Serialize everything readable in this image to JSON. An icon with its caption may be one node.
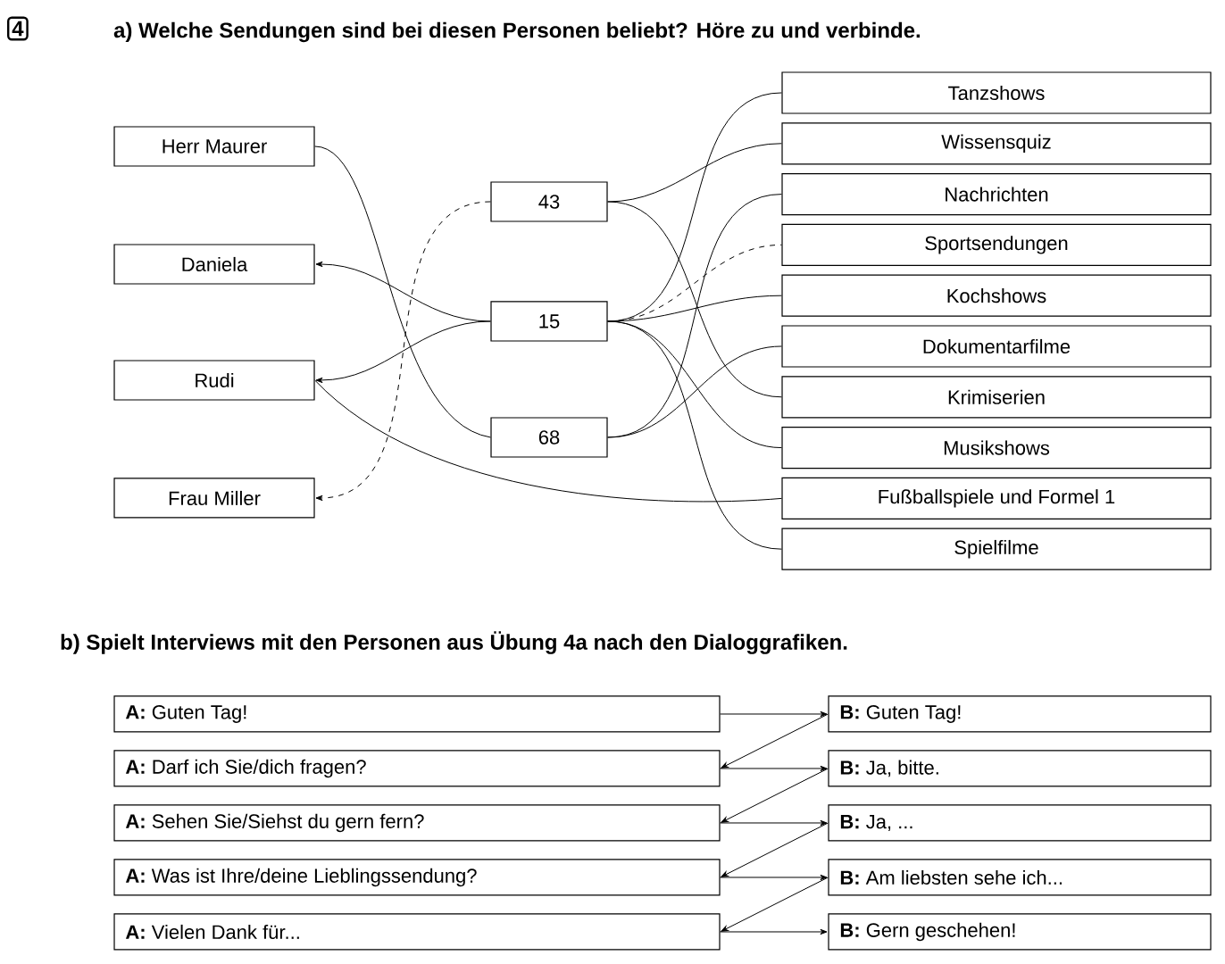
{
  "diagram": {
    "title": "a) Welche Sendungen sind bei diesen Personen beliebt? Höre zu und verbinde.",
    "nodes": [
      {
        "text": [
          "Herr Maurer"
        ]
      },
      {
        "text": [
          "Daniela"
        ]
      },
      {
        "text": [
          "Rudi"
        ]
      },
      {
        "text": [
          "Frau Miller"
        ]
      },
      {
        "text": [
          "43"
        ]
      },
      {
        "text": [
          "15"
        ]
      },
      {
        "text": [
          "68"
        ]
      },
      {
        "text": [
          "Tanzshows"
        ]
      },
      {
        "text": [
          "Wissensquiz"
        ]
      },
      {
        "text": [
          "Nachrichten"
        ]
      },
      {
        "text": [
          "Sportsendungen"
        ]
      },
      {
        "text": [
          "Kochshows"
        ]
      },
      {
        "text": [
          "Dokumentarfilme"
        ]
      },
      {
        "text": [
          "Krimiserien"
        ]
      },
      {
        "text": [
          "Musikshows"
        ]
      },
      {
        "text": [
          "Fußballspiele und Formel 1"
        ]
      },
      {
        "text": [
          "Spielfilme"
        ]
      },
      {
        "text": [
          "**A:** Guten Tag!"
        ]
      },
      {
        "text": [
          "**A:** Darf ich Sie/dich fragen?"
        ]
      },
      {
        "text": [
          "**A:** Sehen Sie/Siehst du gern fern?"
        ]
      },
      {
        "text": [
          "**A:** Was ist Ihre/deine Lieblingssendung?"
        ]
      },
      {
        "text": [
          "**A:** Vielen Dank für..."
        ]
      },
      {
        "text": [
          "**B:** Guten Tag!"
        ]
      },
      {
        "text": [
          "**B:** Ja, bitte."
        ]
      },
      {
        "text": [
          "**B:** Ja, ..."
        ]
      },
      {
        "text": [
          "**B:** Am liebsten sehe ich..."
        ]
      },
      {
        "text": [
          "**B:** Gern geschehen!"
        ]
      }
    ],
    "edges": [
      {
        "from": 0,
        "to": 6,
        "arrow": "none"
      },
      {
        "from": 5,
        "to": 1,
        "arrow": "to"
      },
      {
        "from": 5,
        "to": 2,
        "arrow": "to"
      },
      {
        "from": 2,
        "to": 15,
        "arrow": "none"
      },
      {
        "from": 4,
        "to": 3,
        "arrow": "to",
        "style": "dashed"
      },
      {
        "from": 4,
        "to": 8,
        "arrow": "none"
      },
      {
        "from": 4,
        "to": 13,
        "arrow": "none"
      },
      {
        "from": 5,
        "to": 7,
        "arrow": "none"
      },
      {
        "from": 5,
        "to": 10,
        "arrow": "none",
        "style": "dashed"
      },
      {
        "from": 5,
        "to": 11,
        "arrow": "none"
      },
      {
        "from": 5,
        "to": 14,
        "arrow": "none"
      },
      {
        "from": 5,
        "to": 16,
        "arrow": "none"
      },
      {
        "from": 6,
        "to": 9,
        "arrow": "none"
      },
      {
        "from": 6,
        "to": 12,
        "arrow": "none"
      },
      {
        "from": 17,
        "to": 22,
        "arrow": "to"
      },
      {
        "from": 22,
        "to": 18,
        "arrow": "to"
      },
      {
        "from": 18,
        "to": 23,
        "arrow": "to"
      },
      {
        "from": 23,
        "to": 19,
        "arrow": "to"
      },
      {
        "from": 19,
        "to": 24,
        "arrow": "to"
      },
      {
        "from": 24,
        "to": 20,
        "arrow": "to"
      },
      {
        "from": 20,
        "to": 25,
        "arrow": "to"
      },
      {
        "from": 25,
        "to": 21,
        "arrow": "to"
      },
      {
        "from": 21,
        "to": 26,
        "arrow": "to"
      }
    ],
    "labels": [
      "4",
      "b) Spielt Interviews mit den Personen aus Übung 4a nach den Dialoggrafiken."
    ]
  }
}
